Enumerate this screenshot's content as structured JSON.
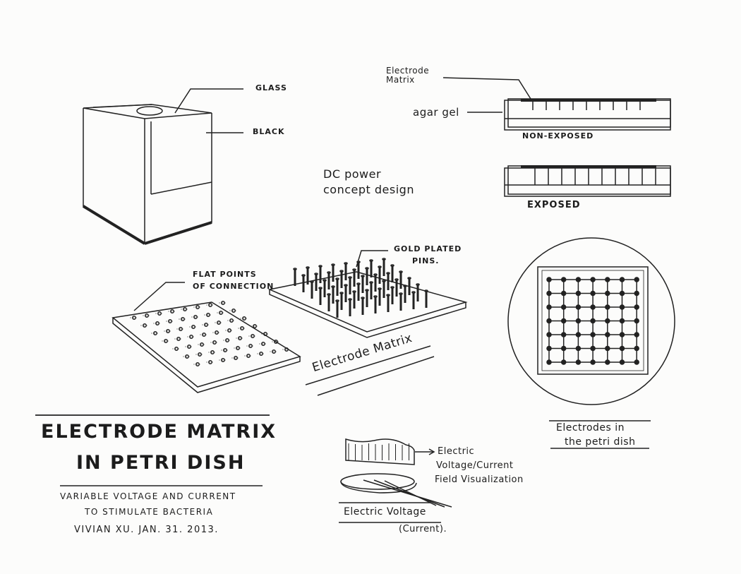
{
  "box_labels": {
    "glass": "GLASS",
    "black": "BLACK"
  },
  "cross_section": {
    "electrode_matrix": [
      "Electrode",
      "Matrix"
    ],
    "agar_gel": "agar gel",
    "non_exposed": "NON-EXPOSED",
    "exposed": "EXPOSED"
  },
  "dc_power": [
    "DC power",
    "concept design"
  ],
  "pins_label": [
    "GOLD PLATED",
    "PINS."
  ],
  "flat_label": [
    "FLAT POINTS",
    "OF CONNECTION"
  ],
  "matrix_caption": "Electrode Matrix",
  "title": [
    "ELECTRODE MATRIX",
    "IN PETRI DISH"
  ],
  "subtitle": [
    "VARIABLE VOLTAGE AND CURRENT",
    "TO STIMULATE BACTERIA"
  ],
  "author": "VIVIAN XU. JAN. 31. 2013.",
  "field_viz": [
    "Electric",
    "Voltage/Current",
    "Field Visualization"
  ],
  "voltage_caption": [
    "Electric Voltage",
    "(Current)."
  ],
  "petri_caption": [
    "Electrodes in",
    "the petri dish"
  ]
}
